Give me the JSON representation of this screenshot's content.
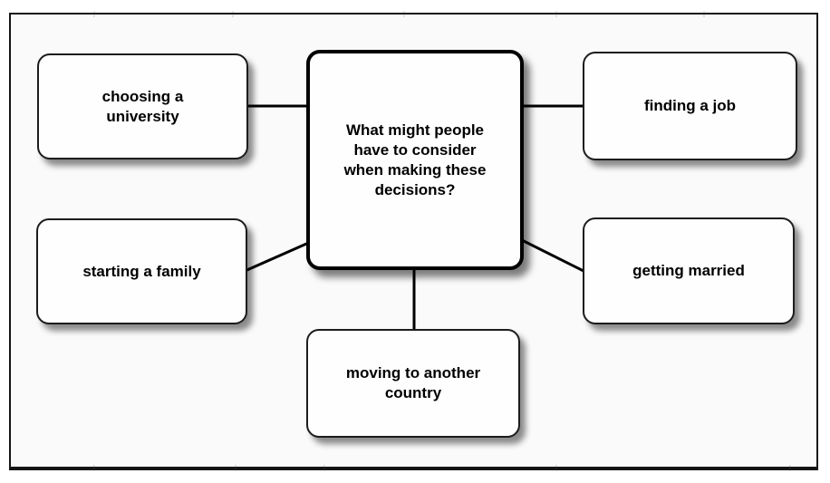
{
  "diagram": {
    "center": {
      "label": "What might people have to consider when making these decisions?"
    },
    "nodes": [
      {
        "id": "choosing-a-university",
        "label": "choosing a university"
      },
      {
        "id": "finding-a-job",
        "label": "finding a job"
      },
      {
        "id": "starting-a-family",
        "label": "starting a family"
      },
      {
        "id": "getting-married",
        "label": "getting married"
      },
      {
        "id": "moving-to-another-country",
        "label": "moving to another country"
      }
    ],
    "colors": {
      "frame_border": "#151515",
      "frame_background": "#fafafa",
      "box_fill": "#fefefe",
      "box_border": "#000000",
      "text": "#000000",
      "connector": "#000000"
    }
  }
}
